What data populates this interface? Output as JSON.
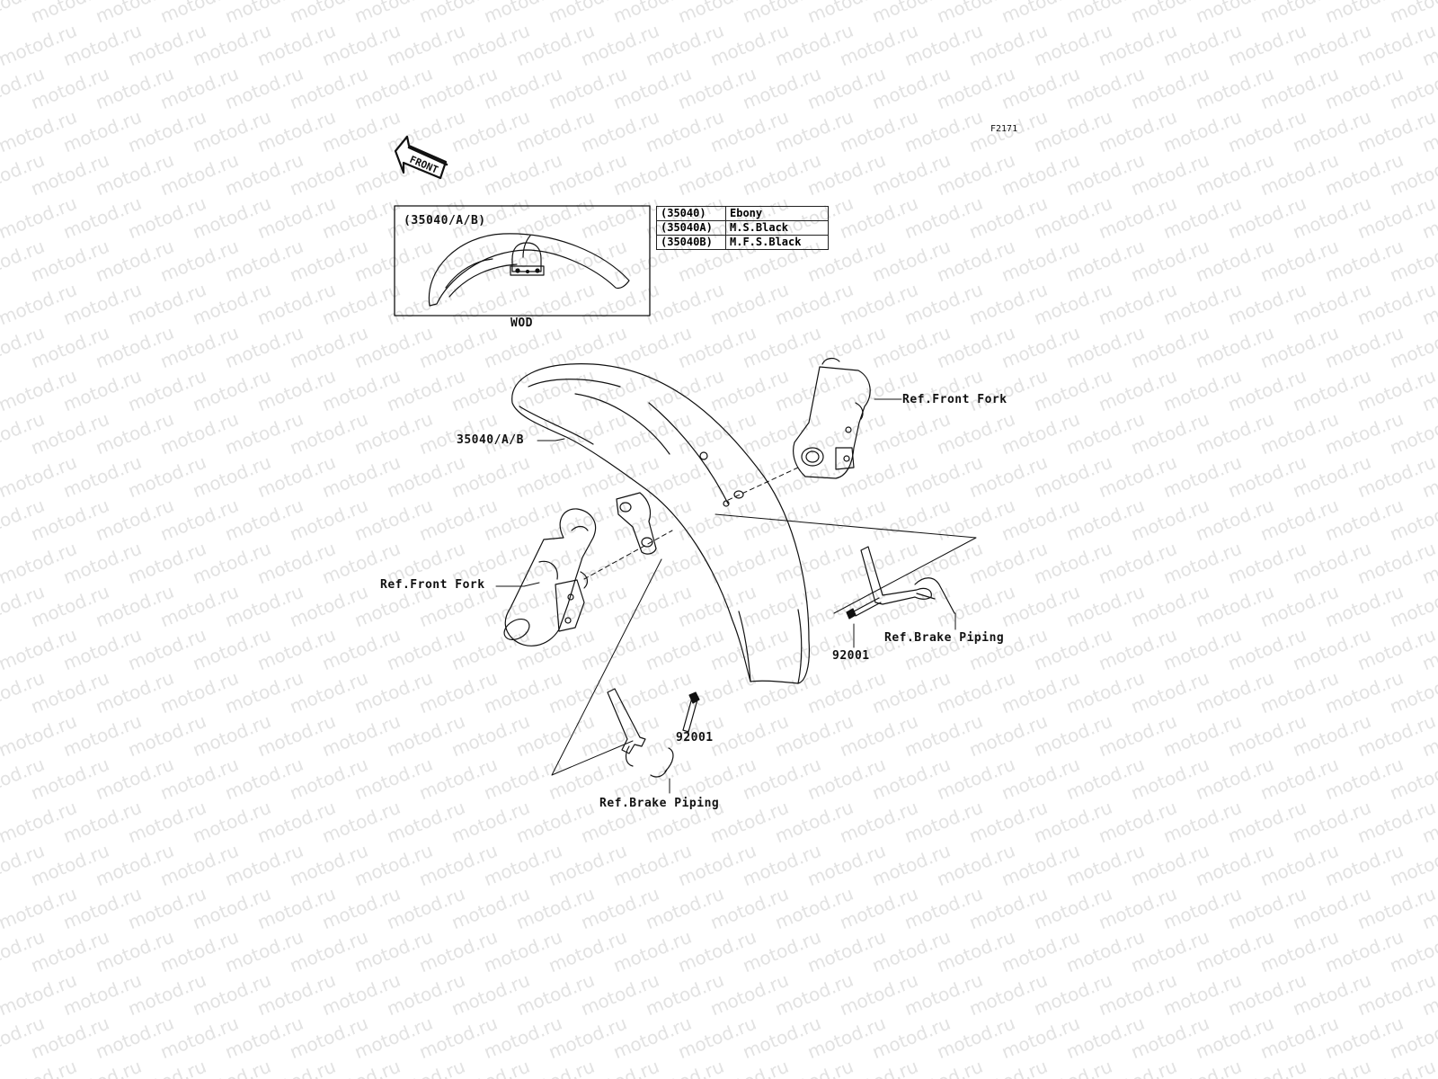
{
  "watermark": "motod.ru",
  "figure_code": "F2171",
  "front_arrow": "FRONT",
  "inset": {
    "callout": "(35040/A/B)",
    "caption": "WOD"
  },
  "variants": [
    {
      "code": "(35040)",
      "color": "Ebony"
    },
    {
      "code": "(35040A)",
      "color": "M.S.Black"
    },
    {
      "code": "(35040B)",
      "color": "M.F.S.Black"
    }
  ],
  "labels": {
    "fender": "35040/A/B",
    "fork_right": "Ref.Front Fork",
    "fork_left": "Ref.Front Fork",
    "bolt_right": "92001",
    "bolt_left": "92001",
    "brake_right": "Ref.Brake Piping",
    "brake_left": "Ref.Brake Piping"
  }
}
